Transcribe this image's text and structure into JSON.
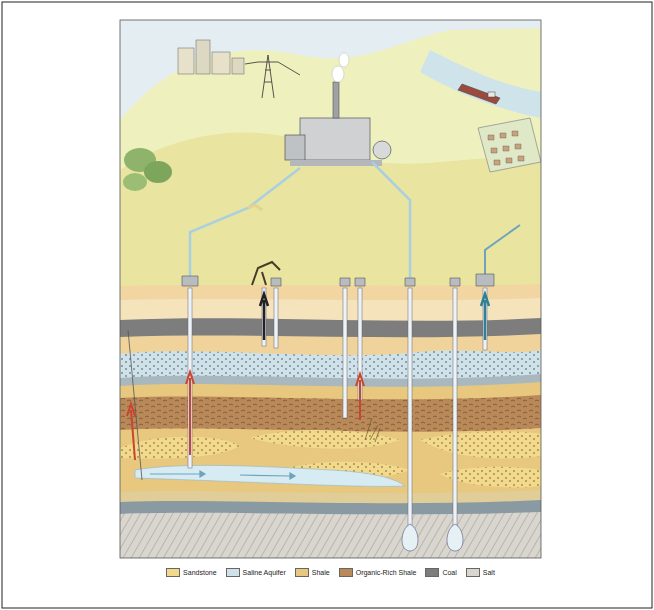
{
  "diagram": {
    "legend": [
      {
        "text": "Sandstone",
        "color": "#f2d98c"
      },
      {
        "text": "Saline Aquifer",
        "color": "#cfe2ea"
      },
      {
        "text": "Shale",
        "color": "#e8c87e"
      },
      {
        "text": "Organic-Rich Shale",
        "color": "#b9895a"
      },
      {
        "text": "Coal",
        "color": "#7d7d7d"
      },
      {
        "text": "Salt",
        "color": "#d9d6cf"
      }
    ]
  }
}
